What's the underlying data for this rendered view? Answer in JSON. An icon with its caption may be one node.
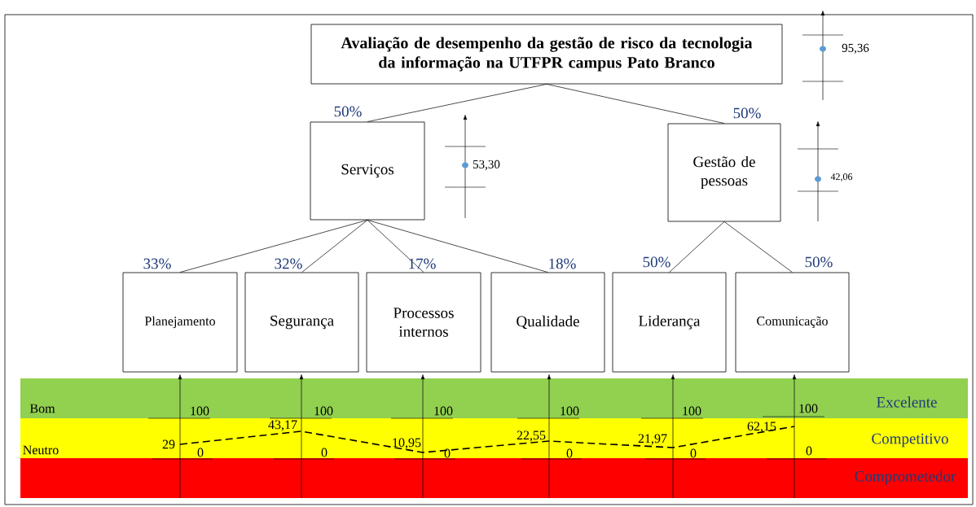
{
  "diagram": {
    "nodes": [
      {
        "text": [
          "Avaliação de desempenho da gestão de risco da tecnologia da informação na UTFPR campus Pato Branco"
        ]
      },
      {
        "text": [
          "Serviços"
        ]
      },
      {
        "text": [
          "Gestão de pessoas"
        ]
      },
      {
        "text": [
          "Planejamento"
        ]
      },
      {
        "text": [
          "Segurança"
        ]
      },
      {
        "text": [
          "Processos internos"
        ]
      },
      {
        "text": [
          "Qualidade"
        ]
      },
      {
        "text": [
          "Liderança"
        ]
      },
      {
        "text": [
          "Comunicação"
        ]
      }
    ],
    "edges": [
      {
        "from": 0,
        "to": 1,
        "arrow": "none",
        "label": "50%"
      },
      {
        "from": 0,
        "to": 2,
        "arrow": "none",
        "label": "50%"
      },
      {
        "from": 1,
        "to": 3,
        "arrow": "none",
        "label": "33%"
      },
      {
        "from": 1,
        "to": 4,
        "arrow": "none",
        "label": "32%"
      },
      {
        "from": 1,
        "to": 5,
        "arrow": "none",
        "label": "17%"
      },
      {
        "from": 1,
        "to": 6,
        "arrow": "none",
        "label": "18%"
      },
      {
        "from": 2,
        "to": 7,
        "arrow": "none",
        "label": "50%"
      },
      {
        "from": 2,
        "to": 8,
        "arrow": "none",
        "label": "50%"
      }
    ],
    "labels": [
      "95,36",
      "53,30",
      "42,06",
      "Bom",
      "100",
      "100",
      "100",
      "100",
      "100",
      "100",
      "Excelente",
      "43,17",
      "62,15",
      "Neutro",
      "29",
      "10,95",
      "22,55",
      "21,97",
      "Competitivo",
      "0",
      "0",
      "0",
      "0",
      "0",
      "0",
      "Comprometedor"
    ]
  }
}
